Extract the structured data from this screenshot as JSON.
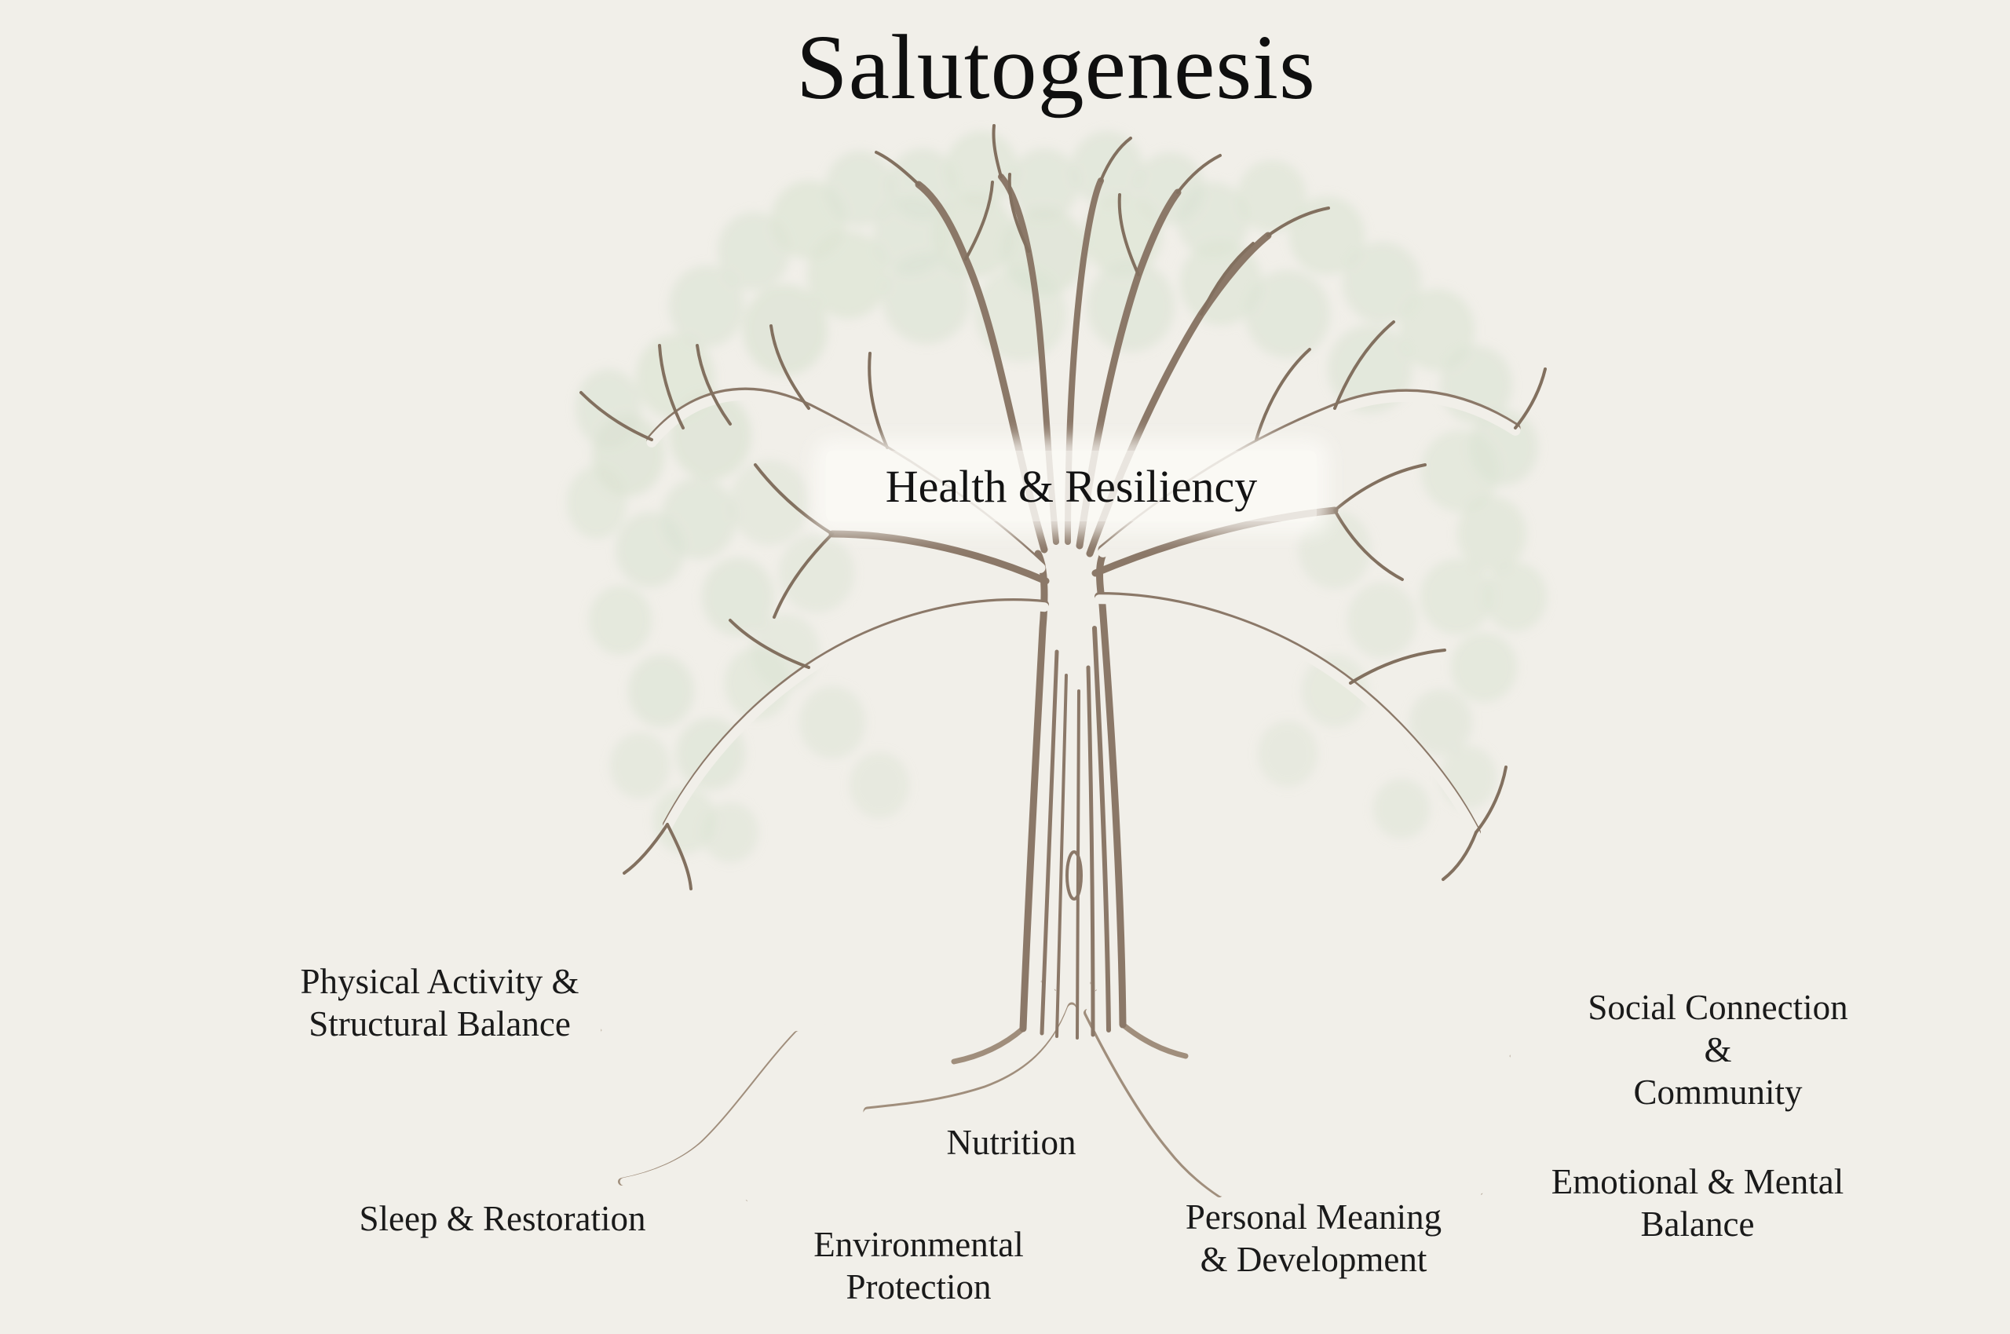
{
  "title": "Salutogenesis",
  "canopy": {
    "label": "Health & Resiliency"
  },
  "root_labels": [
    {
      "id": "physical-activity",
      "text": "Physical Activity &\nStructural Balance"
    },
    {
      "id": "sleep-restoration",
      "text": "Sleep & Restoration"
    },
    {
      "id": "nutrition",
      "text": "Nutrition"
    },
    {
      "id": "environmental-protection",
      "text": "Environmental\nProtection"
    },
    {
      "id": "personal-meaning",
      "text": "Personal Meaning\n& Development"
    },
    {
      "id": "social-connection",
      "text": "Social Connection &\nCommunity"
    },
    {
      "id": "emotional-mental",
      "text": "Emotional & Mental\nBalance"
    }
  ],
  "colors": {
    "background": "#f1efe9",
    "text": "#141414",
    "branch": "#8b7868",
    "root": "#a08e7c",
    "leaf": "#dbe3d3",
    "label_band": "#fbfaf6"
  }
}
